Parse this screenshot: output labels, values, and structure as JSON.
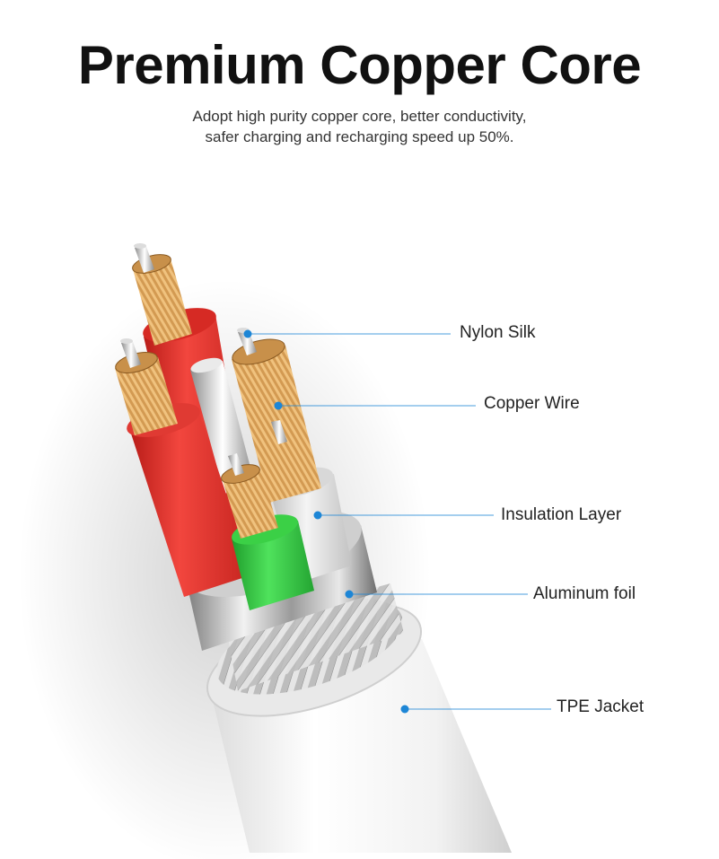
{
  "header": {
    "title": "Premium Copper Core",
    "subtitle_line1": "Adopt high purity copper core, better conductivity,",
    "subtitle_line2": "safer charging and recharging speed up 50%."
  },
  "callouts": [
    {
      "label": "Nylon Silk"
    },
    {
      "label": "Copper Wire"
    },
    {
      "label": "Insulation Layer"
    },
    {
      "label": "Aluminum foil"
    },
    {
      "label": "TPE Jacket"
    }
  ],
  "colors": {
    "leader": "#1d86d6",
    "red_wire": "#e8322c",
    "green_wire": "#33cc44",
    "copper": "#c8904a",
    "jacket": "#f4f4f4"
  }
}
